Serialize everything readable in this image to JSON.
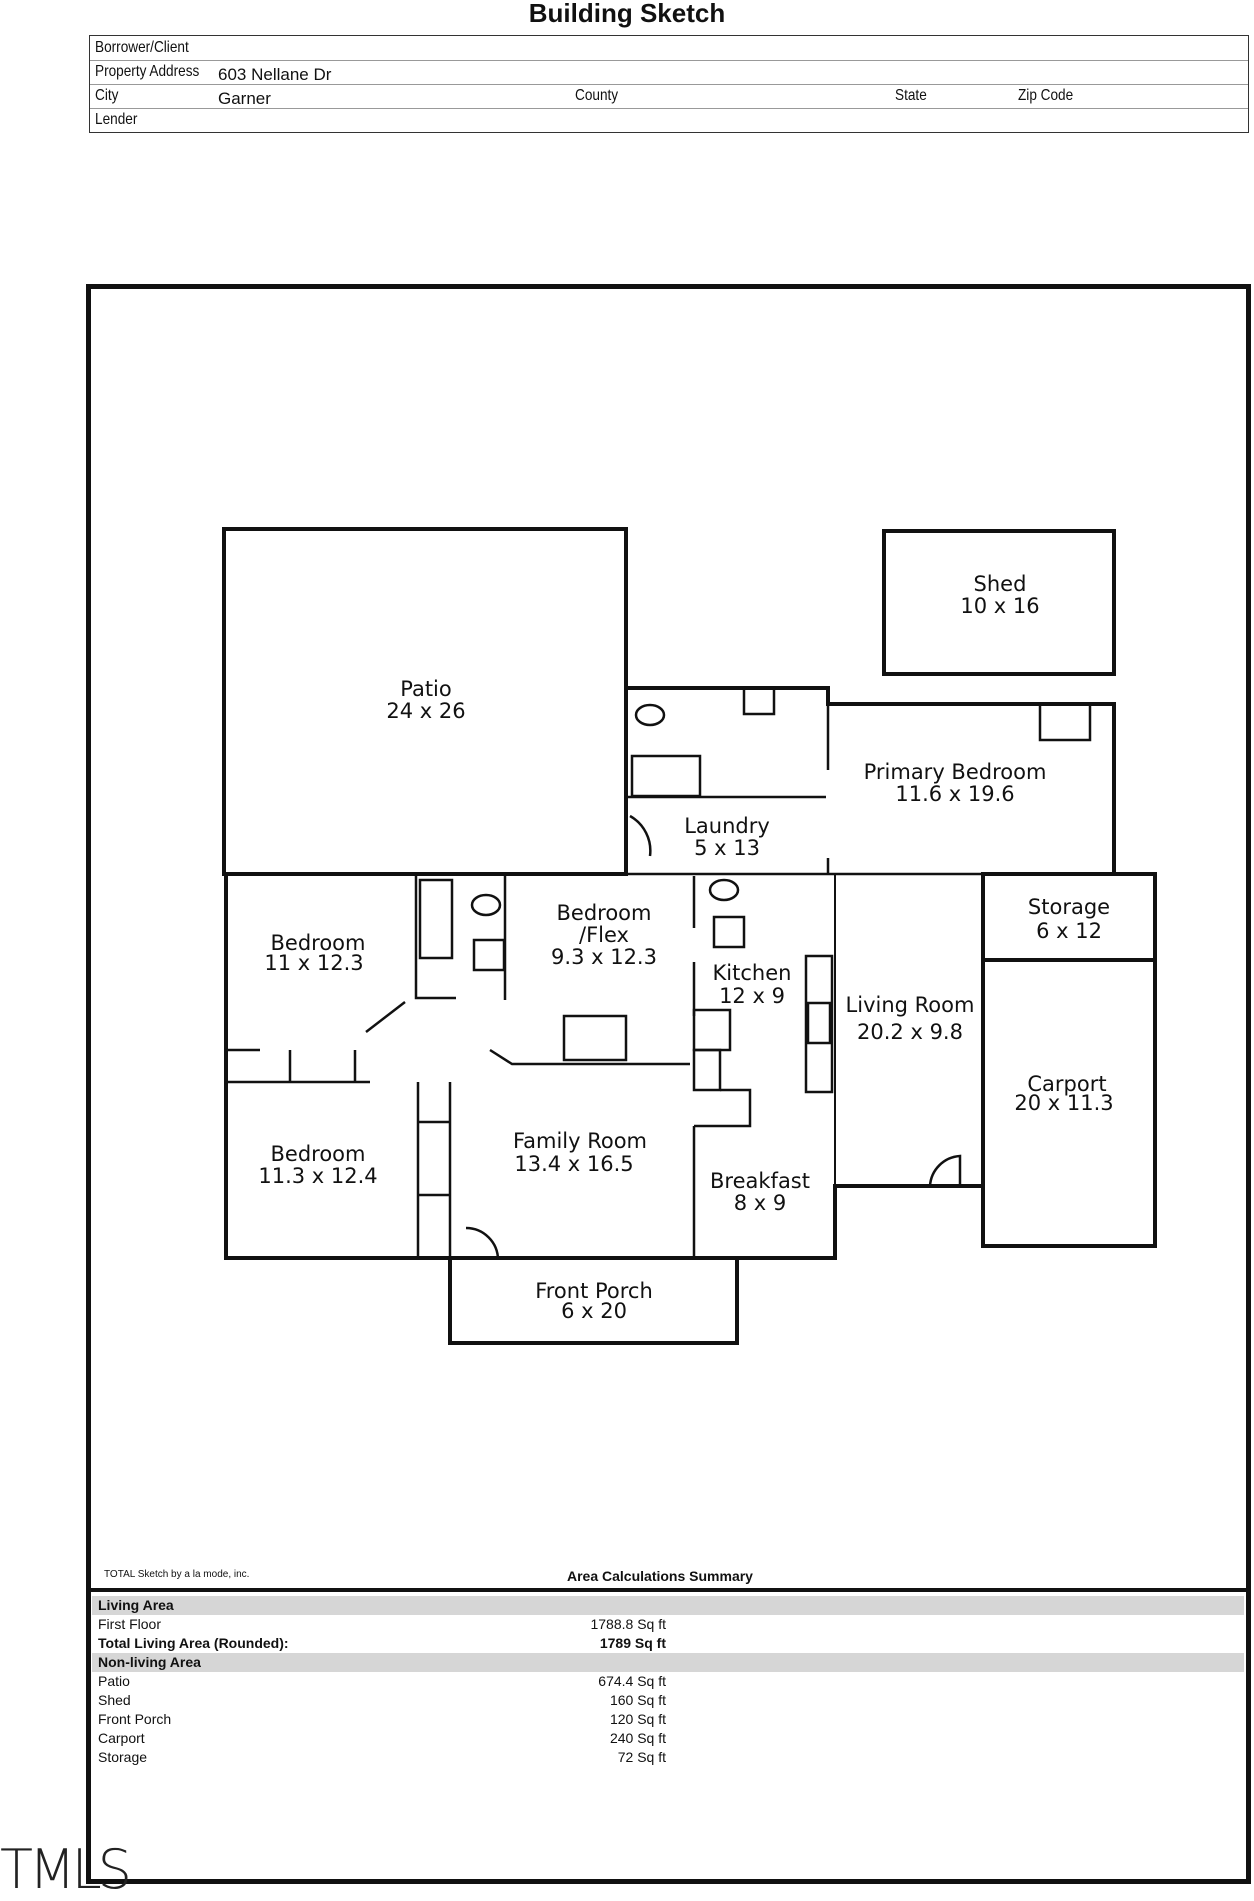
{
  "title": "Building Sketch",
  "header": {
    "borrower_label": "Borrower/Client",
    "address_label": "Property Address",
    "address_value": "603 Nellane Dr",
    "city_label": "City",
    "city_value": "Garner",
    "county_label": "County",
    "state_label": "State",
    "zip_label": "Zip Code",
    "lender_label": "Lender"
  },
  "rooms": {
    "patio": {
      "name": "Patio",
      "dims": "24 x 26"
    },
    "shed": {
      "name": "Shed",
      "dims": "10 x 16"
    },
    "primary_bedroom": {
      "name": "Primary Bedroom",
      "dims": "11.6 x 19.6"
    },
    "laundry": {
      "name": "Laundry",
      "dims": "5 x 13"
    },
    "bedroom_flex": {
      "name1": "Bedroom",
      "name2": "/Flex",
      "dims": "9.3 x 12.3"
    },
    "bedroom1": {
      "name": "Bedroom",
      "dims": "11 x 12.3"
    },
    "storage": {
      "name": "Storage",
      "dims": "6 x 12"
    },
    "kitchen": {
      "name": "Kitchen",
      "dims": "12 x 9"
    },
    "living_room": {
      "name": "Living Room",
      "dims": "20.2 x 9.8"
    },
    "carport": {
      "name": "Carport",
      "dims": "20 x 11.3"
    },
    "bedroom2": {
      "name": "Bedroom",
      "dims": "11.3 x 12.4"
    },
    "family_room": {
      "name": "Family Room",
      "dims": "13.4 x 16.5"
    },
    "breakfast": {
      "name": "Breakfast",
      "dims": "8 x 9"
    },
    "front_porch": {
      "name": "Front Porch",
      "dims": "6 x 20"
    }
  },
  "credit": "TOTAL Sketch by a la mode, inc.",
  "summary": {
    "title": "Area Calculations Summary",
    "living_header": "Living Area",
    "first_floor_label": "First Floor",
    "first_floor_value": "1788.8 Sq ft",
    "total_label": "Total Living Area (Rounded):",
    "total_value": "1789 Sq ft",
    "nonliving_header": "Non-living Area",
    "items": [
      {
        "label": "Patio",
        "value": "674.4 Sq ft"
      },
      {
        "label": "Shed",
        "value": "160 Sq ft"
      },
      {
        "label": "Front Porch",
        "value": "120 Sq ft"
      },
      {
        "label": "Carport",
        "value": "240 Sq ft"
      },
      {
        "label": "Storage",
        "value": "72 Sq ft"
      }
    ]
  },
  "logo": "TMLS"
}
